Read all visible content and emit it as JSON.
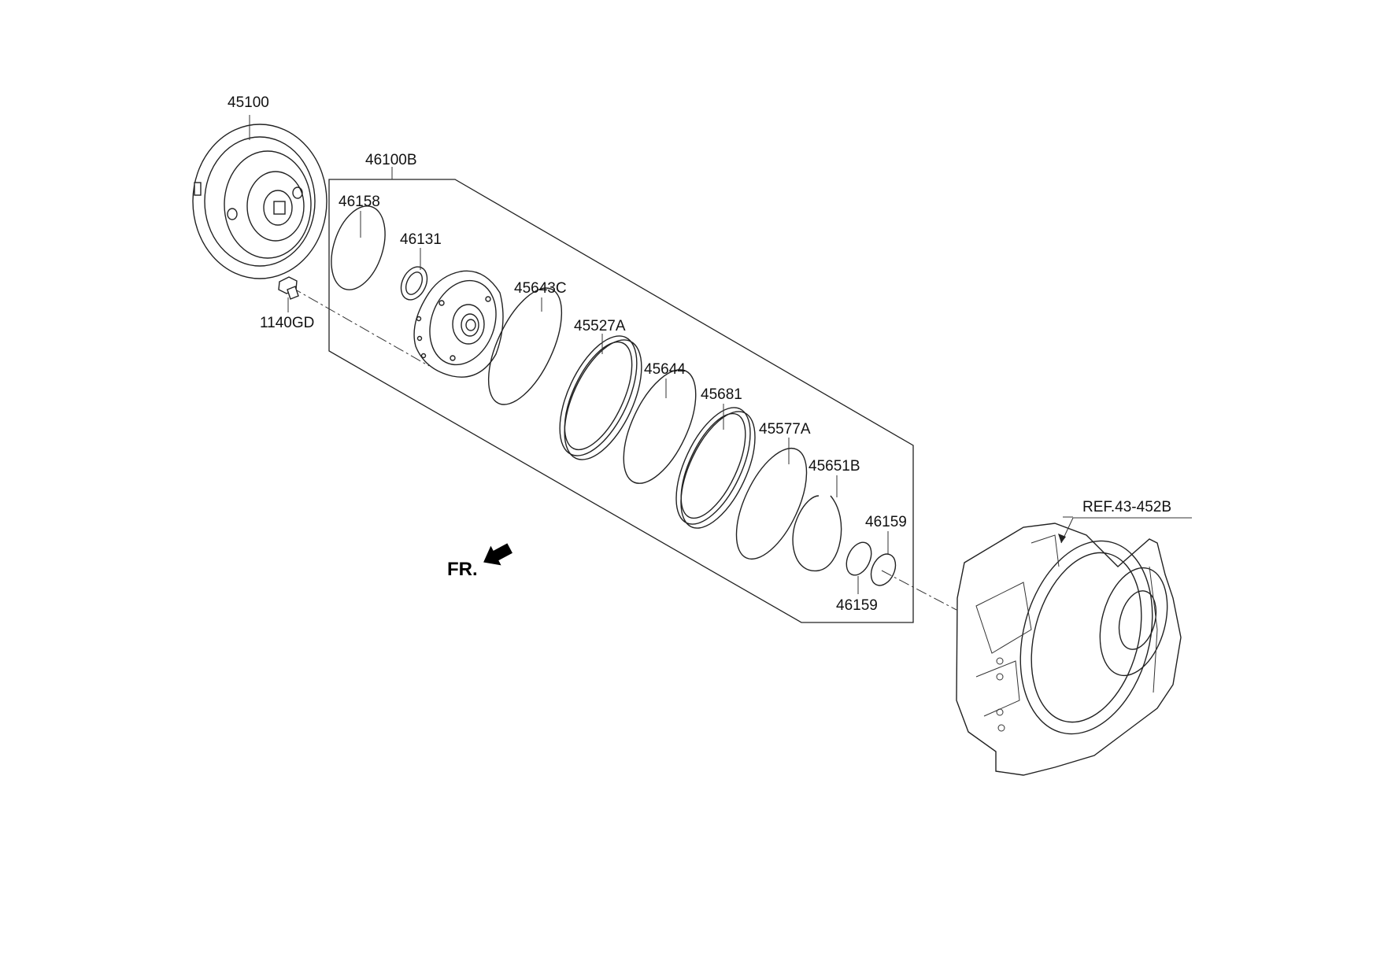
{
  "labels": {
    "p45100": "45100",
    "p46100B": "46100B",
    "p46158": "46158",
    "p46131": "46131",
    "p1140GD": "1140GD",
    "p45643C": "45643C",
    "p45527A": "45527A",
    "p45644": "45644",
    "p45681": "45681",
    "p45577A": "45577A",
    "p45651B": "45651B",
    "p46159_top": "46159",
    "p46159_bottom": "46159",
    "ref": "REF.43-452B",
    "fr": "FR."
  }
}
